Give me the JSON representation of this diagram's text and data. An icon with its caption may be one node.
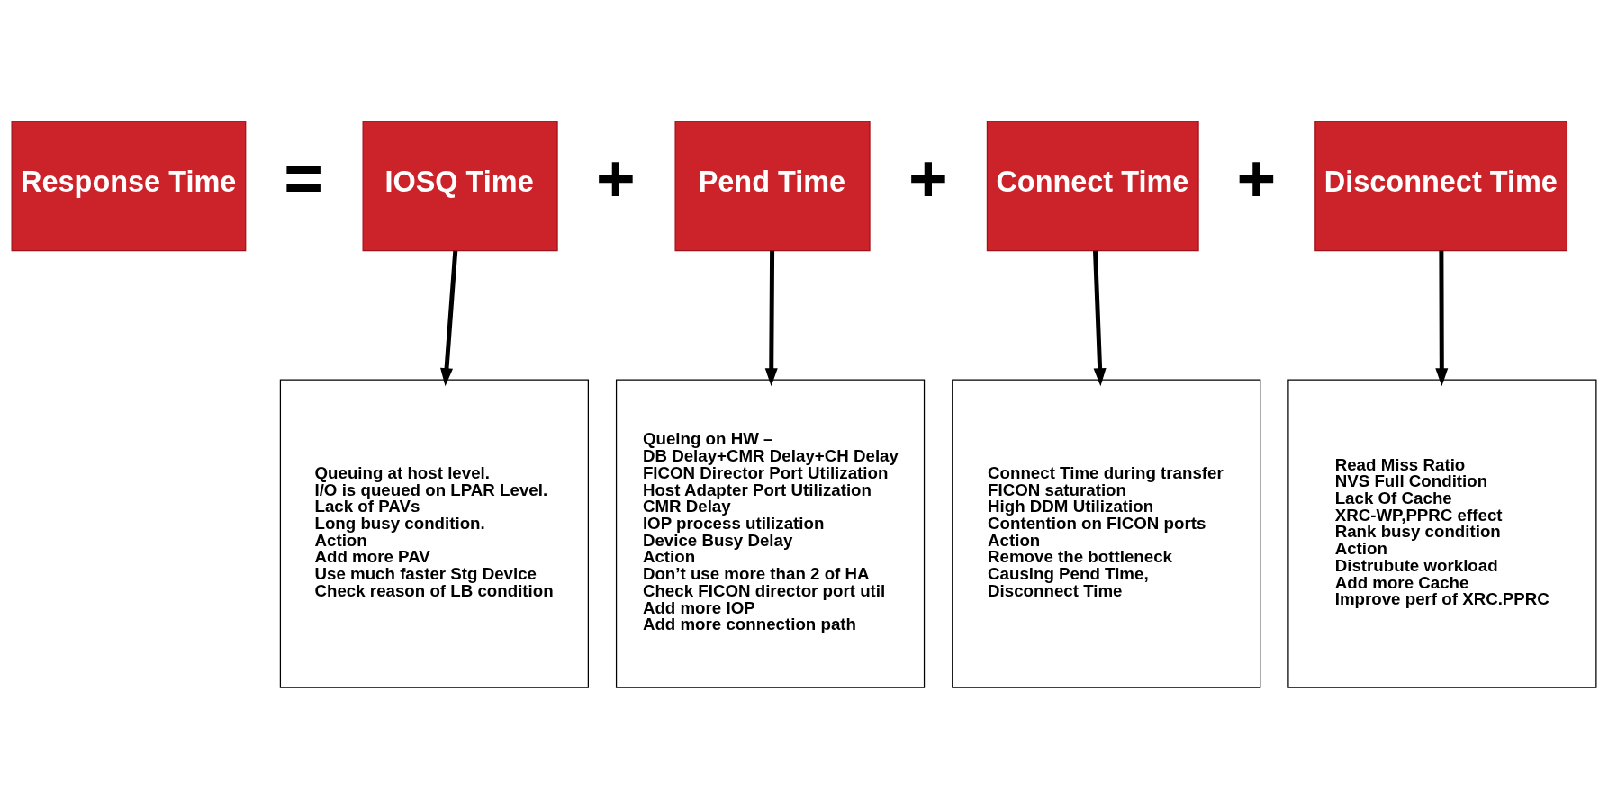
{
  "diagram": {
    "nodes": [
      {
        "text": [
          "Response Time"
        ]
      },
      {
        "text": [
          "IOSQ Time"
        ]
      },
      {
        "text": [
          "Pend Time"
        ]
      },
      {
        "text": [
          "Connect Time"
        ]
      },
      {
        "text": [
          "Disconnect Time"
        ]
      },
      {
        "text": [
          "Queuing at host level.",
          "I/O is queued on LPAR Level.",
          "Lack of PAVs",
          "Long busy condition.",
          "Action",
          "Add more PAV",
          "Use much faster Stg Device",
          "Check reason of LB condition"
        ]
      },
      {
        "text": [
          "Queing on HW –",
          "DB Delay+CMR Delay+CH Delay",
          "FICON Director Port Utilization",
          "Host Adapter Port Utilization",
          "CMR Delay",
          "IOP process utilization",
          "Device Busy Delay",
          "Action",
          "Don’t use more than 2 of HA",
          "Check FICON director port util",
          "Add more IOP",
          "Add more connection path"
        ]
      },
      {
        "text": [
          "Connect Time during transfer",
          "FICON saturation",
          "High DDM Utilization",
          "Contention on FICON ports",
          "Action",
          "Remove the bottleneck",
          "Causing Pend Time,",
          "Disconnect Time"
        ]
      },
      {
        "text": [
          "Read Miss Ratio",
          "NVS Full Condition",
          "Lack Of Cache",
          "XRC-WP,PPRC effect",
          "Rank busy condition",
          "Action",
          "Distrubute workload",
          "Add more Cache",
          "Improve perf of XRC.PPRC"
        ]
      }
    ],
    "edges": [
      {
        "from": 1,
        "to": 5,
        "arrow": "to"
      },
      {
        "from": 2,
        "to": 6,
        "arrow": "to"
      },
      {
        "from": 3,
        "to": 7,
        "arrow": "to"
      },
      {
        "from": 4,
        "to": 8,
        "arrow": "to"
      }
    ],
    "labels": [
      "=",
      "+",
      "+",
      "+"
    ]
  }
}
